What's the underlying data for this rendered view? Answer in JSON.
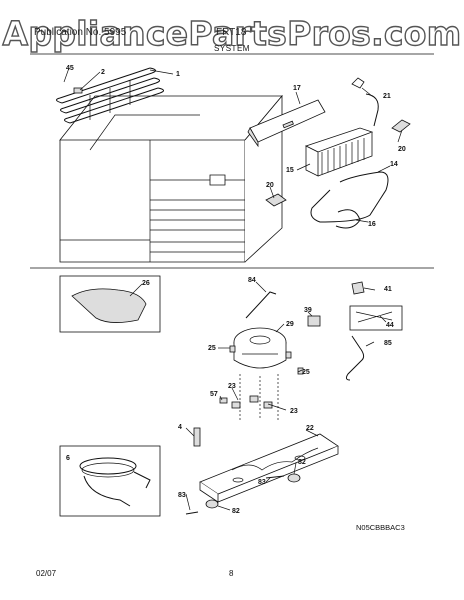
{
  "watermark": "AppliancePartsPros.com",
  "header": {
    "left": "Publication No. 5995",
    "right": "FRT18",
    "section": "SYSTEM"
  },
  "footer": {
    "date": "02/07",
    "page": "8"
  },
  "diagram_code": "N05CBBBAC3",
  "callouts": {
    "c45": "45",
    "c2": "2",
    "c1": "1",
    "c17": "17",
    "c21": "21",
    "c20a": "20",
    "c15": "15",
    "c14": "14",
    "c20b": "20",
    "c16": "16",
    "c26": "26",
    "c84": "84",
    "c41": "41",
    "c39": "39",
    "c44": "44",
    "c29": "29",
    "c25a": "25",
    "c85": "85",
    "c25b": "25",
    "c23a": "23",
    "c57": "57",
    "c23b": "23",
    "c4": "4",
    "c22": "22",
    "c6": "6",
    "c82a": "82",
    "c83a": "83",
    "c83b": "83",
    "c82b": "82"
  }
}
